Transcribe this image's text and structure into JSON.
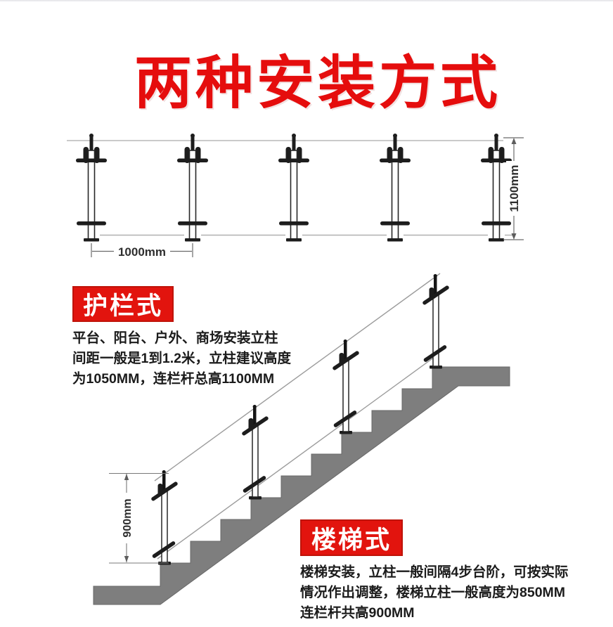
{
  "title": {
    "text": "两种安装方式"
  },
  "colors": {
    "title_red": "#e50d0d",
    "badge_red": "#e2140e",
    "stair_gray": "#7e7e7e",
    "line_gray": "#9c9c9c"
  },
  "guardrail_diagram": {
    "post_count": 5,
    "spacing_label": "1000mm",
    "height_label": "1100mm"
  },
  "guardrail_section": {
    "badge": "护栏式",
    "lines": [
      "平台、阳台、户外、商场安装立柱",
      "间距一般是1到1.2米，立柱建议高度",
      "为1050MM，连栏杆总高1100MM"
    ]
  },
  "stair_diagram": {
    "post_count": 4,
    "height_label": "900mm"
  },
  "stair_section": {
    "badge": "楼梯式",
    "lines": [
      "楼梯安装，立柱一般间隔4步台阶，可按实际",
      "情况作出调整，楼梯立柱一般高度为850MM",
      "连栏杆共高900MM"
    ]
  }
}
